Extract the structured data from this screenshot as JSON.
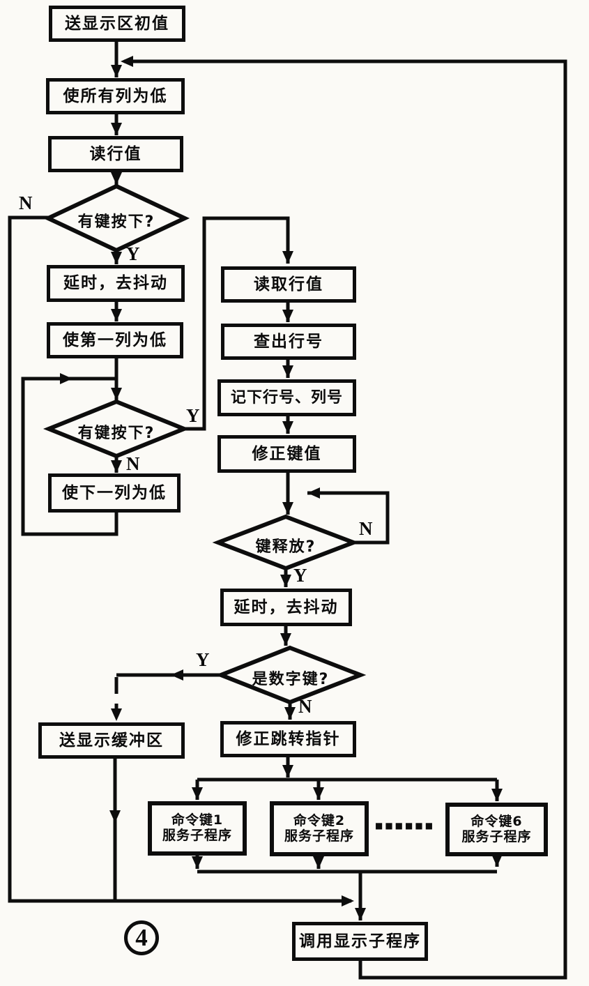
{
  "figure": {
    "number": "4"
  },
  "labels": {
    "yes": "Y",
    "no": "N"
  },
  "ellipsis": "■■■■■■",
  "nodes": {
    "init_display": {
      "label": "送显示区初值"
    },
    "all_cols_low": {
      "label": "使所有列为低"
    },
    "read_row": {
      "label": "读行值"
    },
    "key_pressed_1": {
      "label": "有键按下?"
    },
    "debounce_1": {
      "label": "延时，去抖动"
    },
    "first_col_low": {
      "label": "使第一列为低"
    },
    "key_pressed_2": {
      "label": "有键按下?"
    },
    "next_col_low": {
      "label": "使下一列为低"
    },
    "read_row_value": {
      "label": "读取行值"
    },
    "find_row_num": {
      "label": "查出行号"
    },
    "record_row_col": {
      "label": "记下行号、列号"
    },
    "fix_key_value": {
      "label": "修正键值"
    },
    "key_released": {
      "label": "键释放?"
    },
    "debounce_2": {
      "label": "延时，去抖动"
    },
    "is_digit_key": {
      "label": "是数字键?"
    },
    "send_display_buffer": {
      "label": "送显示缓冲区"
    },
    "fix_jump_pointer": {
      "label": "修正跳转指针"
    },
    "cmd_key_1": {
      "line1": "命令键1",
      "line2": "服务子程序"
    },
    "cmd_key_2": {
      "line1": "命令键2",
      "line2": "服务子程序"
    },
    "cmd_key_n": {
      "line1": "命令键6",
      "line2": "服务子程序"
    },
    "call_display_sub": {
      "label": "调用显示子程序"
    }
  }
}
